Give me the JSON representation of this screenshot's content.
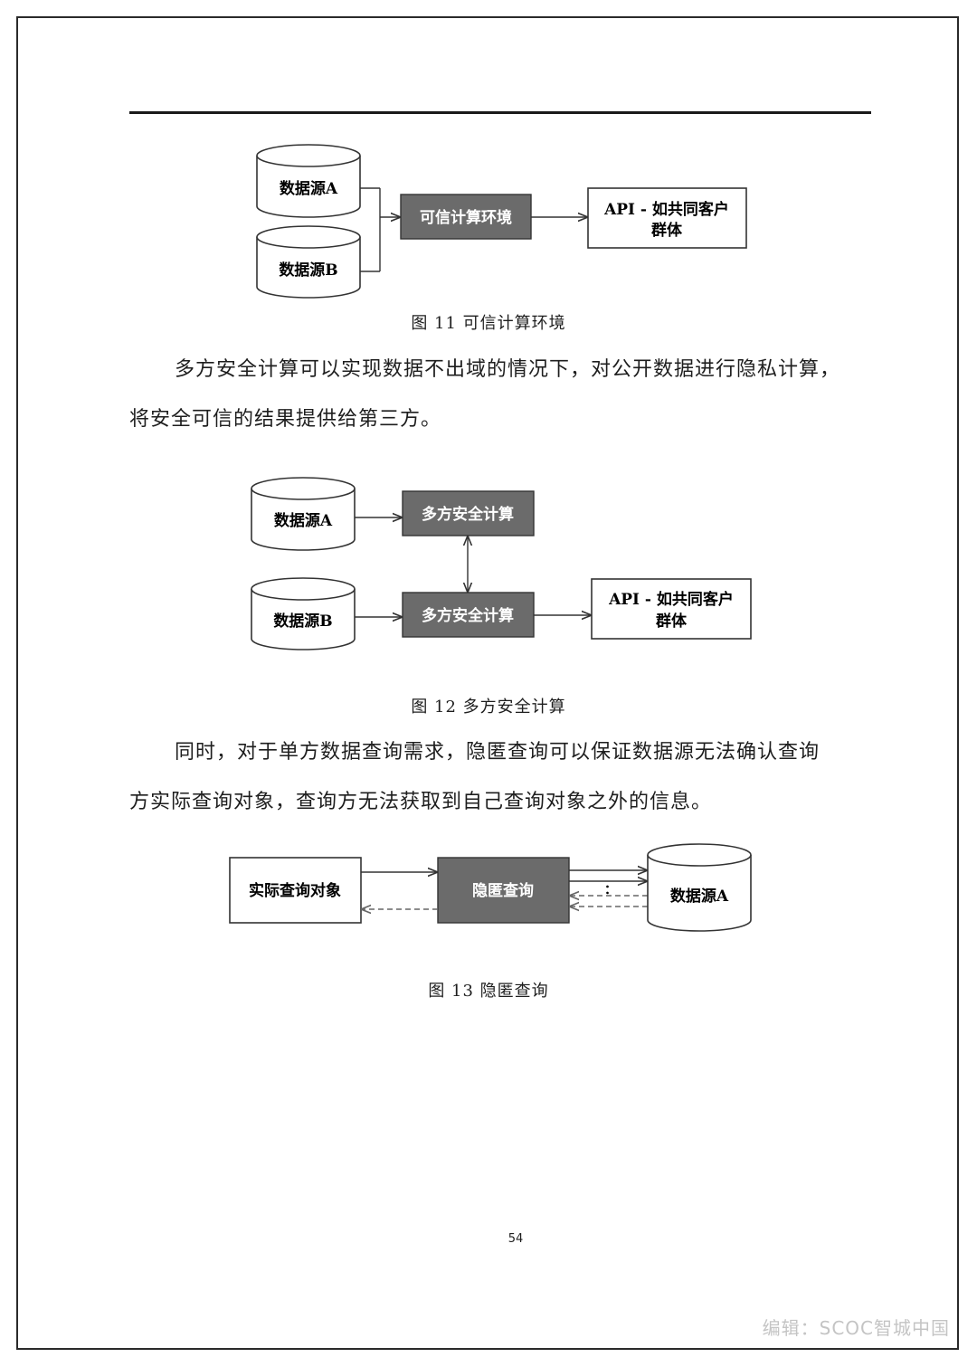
{
  "fig11": {
    "source_a": "数据源A",
    "source_b": "数据源B",
    "tee": "可信计算环境",
    "api_line1": "API - 如共同客户",
    "api_line2": "群体",
    "caption": "图 11  可信计算环境"
  },
  "para1": {
    "line1": "多方安全计算可以实现数据不出域的情况下，对公开数据进行隐私计算，",
    "line2": "将安全可信的结果提供给第三方。"
  },
  "fig12": {
    "source_a": "数据源A",
    "source_b": "数据源B",
    "mpc_top": "多方安全计算",
    "mpc_bottom": "多方安全计算",
    "api_line1": "API - 如共同客户",
    "api_line2": "群体",
    "caption": "图 12  多方安全计算"
  },
  "para2": {
    "line1": "同时，对于单方数据查询需求，隐匿查询可以保证数据源无法确认查询",
    "line2": "方实际查询对象，查询方无法获取到自己查询对象之外的信息。"
  },
  "fig13": {
    "query_object": "实际查询对象",
    "pir": "隐匿查询",
    "source_a": "数据源A",
    "ellipsis": "：",
    "caption": "图 13  隐匿查询"
  },
  "footer": {
    "page_number": "54",
    "watermark": "编辑：SCOC智城中国"
  },
  "colors": {
    "dark_box": "#6b6b6b",
    "line": "#333333",
    "text": "#1e1e1e"
  }
}
